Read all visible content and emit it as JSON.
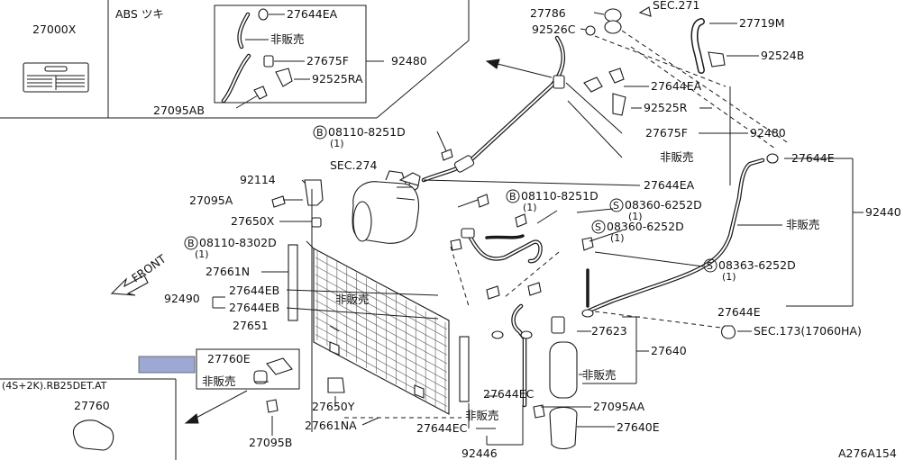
{
  "diagram": {
    "labels": {
      "p27000x": "27000X",
      "abs": "ABS ツキ",
      "p27644ea_a": "27644EA",
      "hanbai_1": "非販売",
      "p27675f_a": "27675F",
      "p92480_a": "92480",
      "p92525ra": "92525RA",
      "p27095ab": "27095AB",
      "p27786": "27786",
      "sec271": "SEC.271",
      "p27719m": "27719M",
      "p92526c": "92526C",
      "p92524b": "92524B",
      "p27644ea_b": "27644EA",
      "p92525r": "92525R",
      "bolt_08110_8251d_a": "08110-8251D",
      "qty1_a": "(1)",
      "p27675f_b": "27675F",
      "p92480_b": "92480",
      "hanbai_2": "非販売",
      "p27644e_a": "27644E",
      "sec274": "SEC.274",
      "p27644ea_c": "27644EA",
      "p92114": "92114",
      "p27095a": "27095A",
      "bolt_08110_8251d_b": "08110-8251D",
      "qty1_b": "(1)",
      "screw_08360_6252d_a": "08360-6252D",
      "qty1_c": "(1)",
      "p27650x": "27650X",
      "screw_08360_6252d_b": "08360-6252D",
      "qty1_d": "(1)",
      "p92440": "92440",
      "hanbai_3": "非販売",
      "bolt_08110_8302d": "08110-8302D",
      "qty1_e": "(1)",
      "front": "FRONT",
      "screw_08363_6252d": "08363-6252D",
      "qty1_f": "(1)",
      "p27661n": "27661N",
      "p27644eb_a": "27644EB",
      "p92490": "92490",
      "hanbai_4": "非販売",
      "p27644eb_b": "27644EB",
      "p27644e_b": "27644E",
      "p27651": "27651",
      "p27623": "27623",
      "sec173": "SEC.173(17060HA)",
      "p27640": "27640",
      "p27760e": "27760E",
      "hanbai_5": "非販売",
      "hanbai_6": "非販売",
      "p27644ec_a": "27644EC",
      "variant": "(4S+2K).RB25DET.AT",
      "p27650y": "27650Y",
      "p27095aa": "27095AA",
      "p27760": "27760",
      "hanbai_7": "非販売",
      "p27661na": "27661NA",
      "p27644ec_b": "27644EC",
      "p27640e": "27640E",
      "p27095b": "27095B",
      "p92446": "92446",
      "diagram_code": "A276A154",
      "circ_b": "B",
      "circ_s": "S"
    },
    "highlight_color": "#9ea8d4"
  }
}
